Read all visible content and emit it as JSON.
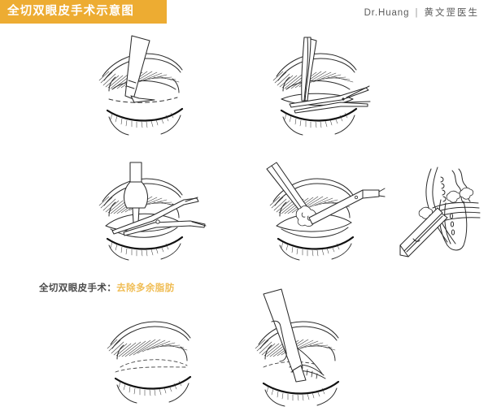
{
  "header": {
    "banner_title": "全切双眼皮手术示意图",
    "banner_color": "#edac32",
    "byline_en": "Dr.Huang",
    "byline_sep": "|",
    "byline_cn": "黄文罡医生",
    "byline_color": "#5b5b5b"
  },
  "caption": {
    "lead": "全切双眼皮手术：",
    "highlight": "去除多余脂肪",
    "lead_color": "#4a4a4a",
    "highlight_color": "#f0bd55"
  },
  "figures": [
    {
      "id": "step-1",
      "name": "incision-marking-and-scalpel",
      "row": 1,
      "column": 1,
      "description": "闭合的眼睛，眉毛与睫毛排线，上睑虚线切口标记，手术刀沿标记线切开"
    },
    {
      "id": "step-2",
      "name": "forceps-and-scissors-dissection",
      "row": 1,
      "column": 2,
      "description": "镊子夹持上睑皮肤，剪刀剥离切口组织"
    },
    {
      "id": "step-3",
      "name": "clamp-and-scissors-fat-exposure",
      "row": 2,
      "column": 1,
      "description": "止血钳夹持，剪刀打开眶隔暴露脂肪"
    },
    {
      "id": "step-4",
      "name": "fat-removal-cautery",
      "row": 2,
      "column": 2,
      "description": "镊子提起多余脂肪，电凝器去除脂肪"
    },
    {
      "id": "detail-anatomy",
      "name": "eyelid-cross-section-detail",
      "row": 2,
      "column": 3,
      "description": "眼睑矢状断面放大图：器械与眶隔脂肪层次关系"
    },
    {
      "id": "step-5",
      "name": "double-eyelid-crease-result",
      "row": 3,
      "column": 1,
      "description": "形成的双眼皮褶皱虚线示意，无器械"
    },
    {
      "id": "step-6",
      "name": "suturing-with-needle-holder",
      "row": 3,
      "column": 2,
      "description": "持针器与缝合针沿切口缝合固定双眼皮线"
    }
  ]
}
